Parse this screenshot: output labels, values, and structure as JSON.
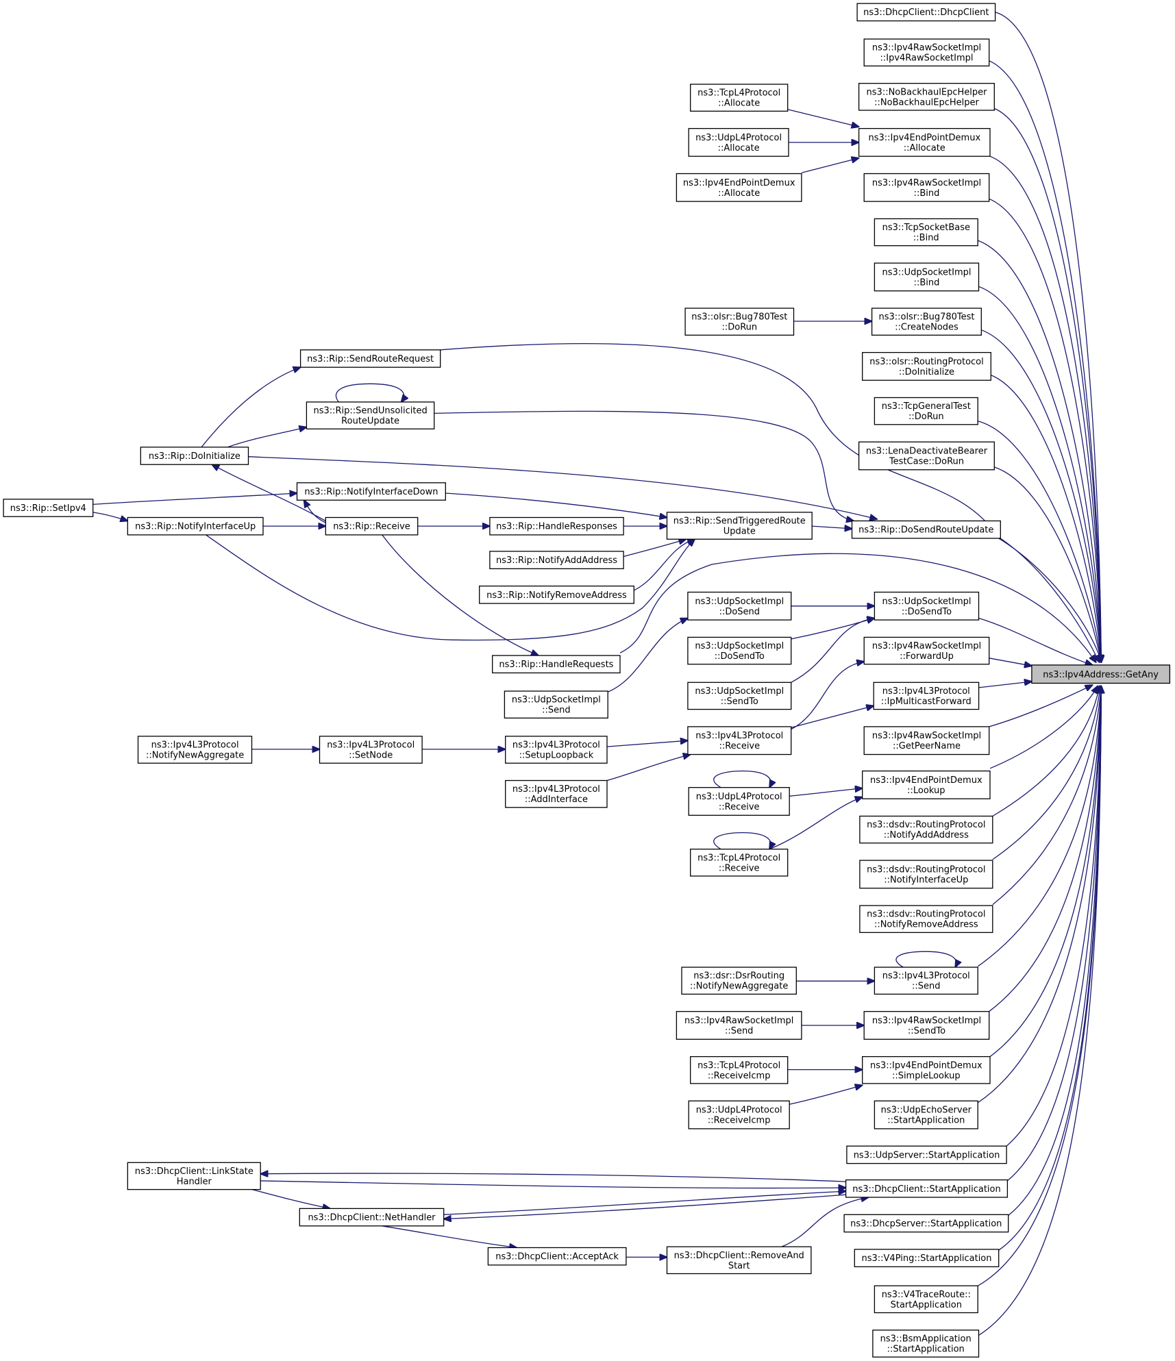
{
  "diagram": {
    "type": "call-graph",
    "colors": {
      "edge": "#191970",
      "node_border": "#000000",
      "node_fill": "#ffffff",
      "focus_fill": "#bfbfbf"
    },
    "nodes": [
      {
        "id": "getany",
        "lines": [
          "ns3::Ipv4Address::GetAny"
        ],
        "focus": true
      },
      {
        "id": "dhcpclient_ctor",
        "lines": [
          "ns3::DhcpClient::DhcpClient"
        ]
      },
      {
        "id": "ipv4raw_ctor",
        "lines": [
          "ns3::Ipv4RawSocketImpl",
          "::Ipv4RawSocketImpl"
        ]
      },
      {
        "id": "nobackhaul_ctor",
        "lines": [
          "ns3::NoBackhaulEpcHelper",
          "::NoBackhaulEpcHelper"
        ]
      },
      {
        "id": "demux_allocate",
        "lines": [
          "ns3::Ipv4EndPointDemux",
          "::Allocate"
        ]
      },
      {
        "id": "raw_bind",
        "lines": [
          "ns3::Ipv4RawSocketImpl",
          "::Bind"
        ]
      },
      {
        "id": "tcpsb_bind",
        "lines": [
          "ns3::TcpSocketBase",
          "::Bind"
        ]
      },
      {
        "id": "udpsi_bind",
        "lines": [
          "ns3::UdpSocketImpl",
          "::Bind"
        ]
      },
      {
        "id": "bug780_create",
        "lines": [
          "ns3::olsr::Bug780Test",
          "::CreateNodes"
        ]
      },
      {
        "id": "olsr_doinit",
        "lines": [
          "ns3::olsr::RoutingProtocol",
          "::DoInitialize"
        ]
      },
      {
        "id": "tcpgen_dorun",
        "lines": [
          "ns3::TcpGeneralTest",
          "::DoRun"
        ]
      },
      {
        "id": "lena_dorun",
        "lines": [
          "ns3::LenaDeactivateBearer",
          "TestCase::DoRun"
        ]
      },
      {
        "id": "rip_dosend",
        "lines": [
          "ns3::Rip::DoSendRouteUpdate"
        ]
      },
      {
        "id": "udpsi_dosendto",
        "lines": [
          "ns3::UdpSocketImpl",
          "::DoSendTo"
        ]
      },
      {
        "id": "raw_forwardup",
        "lines": [
          "ns3::Ipv4RawSocketImpl",
          "::ForwardUp"
        ]
      },
      {
        "id": "l3_ipmcast",
        "lines": [
          "ns3::Ipv4L3Protocol",
          "::IpMulticastForward"
        ]
      },
      {
        "id": "raw_getpeer",
        "lines": [
          "ns3::Ipv4RawSocketImpl",
          "::GetPeerName"
        ]
      },
      {
        "id": "demux_lookup",
        "lines": [
          "ns3::Ipv4EndPointDemux",
          "::Lookup"
        ]
      },
      {
        "id": "dsdv_addaddr",
        "lines": [
          "ns3::dsdv::RoutingProtocol",
          "::NotifyAddAddress"
        ]
      },
      {
        "id": "dsdv_ifup",
        "lines": [
          "ns3::dsdv::RoutingProtocol",
          "::NotifyInterfaceUp"
        ]
      },
      {
        "id": "dsdv_rmaddr",
        "lines": [
          "ns3::dsdv::RoutingProtocol",
          "::NotifyRemoveAddress"
        ]
      },
      {
        "id": "l3_send",
        "lines": [
          "ns3::Ipv4L3Protocol",
          "::Send"
        ]
      },
      {
        "id": "raw_sendto",
        "lines": [
          "ns3::Ipv4RawSocketImpl",
          "::SendTo"
        ]
      },
      {
        "id": "demux_simple",
        "lines": [
          "ns3::Ipv4EndPointDemux",
          "::SimpleLookup"
        ]
      },
      {
        "id": "udpecho_start",
        "lines": [
          "ns3::UdpEchoServer",
          "::StartApplication"
        ]
      },
      {
        "id": "udpserver_start",
        "lines": [
          "ns3::UdpServer::StartApplication"
        ]
      },
      {
        "id": "dhcpclient_start",
        "lines": [
          "ns3::DhcpClient::StartApplication"
        ]
      },
      {
        "id": "dhcpserver_start",
        "lines": [
          "ns3::DhcpServer::StartApplication"
        ]
      },
      {
        "id": "v4ping_start",
        "lines": [
          "ns3::V4Ping::StartApplication"
        ]
      },
      {
        "id": "v4trace_start",
        "lines": [
          "ns3::V4TraceRoute::",
          "StartApplication"
        ]
      },
      {
        "id": "bsm_start",
        "lines": [
          "ns3::BsmApplication",
          "::StartApplication"
        ]
      },
      {
        "id": "tcpl4_allocate",
        "lines": [
          "ns3::TcpL4Protocol",
          "::Allocate"
        ]
      },
      {
        "id": "udpl4_allocate",
        "lines": [
          "ns3::UdpL4Protocol",
          "::Allocate"
        ]
      },
      {
        "id": "demux_allocate2",
        "lines": [
          "ns3::Ipv4EndPointDemux",
          "::Allocate"
        ]
      },
      {
        "id": "bug780_dorun",
        "lines": [
          "ns3::olsr::Bug780Test",
          "::DoRun"
        ]
      },
      {
        "id": "rip_sendrr",
        "lines": [
          "ns3::Rip::SendRouteRequest"
        ]
      },
      {
        "id": "rip_sendunsol",
        "lines": [
          "ns3::Rip::SendUnsolicited",
          "RouteUpdate"
        ]
      },
      {
        "id": "rip_doinit",
        "lines": [
          "ns3::Rip::DoInitialize"
        ]
      },
      {
        "id": "rip_setipv4",
        "lines": [
          "ns3::Rip::SetIpv4"
        ]
      },
      {
        "id": "rip_ifdown",
        "lines": [
          "ns3::Rip::NotifyInterfaceDown"
        ]
      },
      {
        "id": "rip_ifup",
        "lines": [
          "ns3::Rip::NotifyInterfaceUp"
        ]
      },
      {
        "id": "rip_receive",
        "lines": [
          "ns3::Rip::Receive"
        ]
      },
      {
        "id": "rip_handleresp",
        "lines": [
          "ns3::Rip::HandleResponses"
        ]
      },
      {
        "id": "rip_sendtrig",
        "lines": [
          "ns3::Rip::SendTriggeredRoute",
          "Update"
        ]
      },
      {
        "id": "rip_addaddr",
        "lines": [
          "ns3::Rip::NotifyAddAddress"
        ]
      },
      {
        "id": "rip_rmaddr",
        "lines": [
          "ns3::Rip::NotifyRemoveAddress"
        ]
      },
      {
        "id": "rip_handlereq",
        "lines": [
          "ns3::Rip::HandleRequests"
        ]
      },
      {
        "id": "udpsi_dosend",
        "lines": [
          "ns3::UdpSocketImpl",
          "::DoSend"
        ]
      },
      {
        "id": "udpsi_dosendto2",
        "lines": [
          "ns3::UdpSocketImpl",
          "::DoSendTo"
        ]
      },
      {
        "id": "udpsi_sendto",
        "lines": [
          "ns3::UdpSocketImpl",
          "::SendTo"
        ]
      },
      {
        "id": "udpsi_send",
        "lines": [
          "ns3::UdpSocketImpl",
          "::Send"
        ]
      },
      {
        "id": "l3_receive",
        "lines": [
          "ns3::Ipv4L3Protocol",
          "::Receive"
        ]
      },
      {
        "id": "l3_newagg",
        "lines": [
          "ns3::Ipv4L3Protocol",
          "::NotifyNewAggregate"
        ]
      },
      {
        "id": "l3_setnode",
        "lines": [
          "ns3::Ipv4L3Protocol",
          "::SetNode"
        ]
      },
      {
        "id": "l3_setuplb",
        "lines": [
          "ns3::Ipv4L3Protocol",
          "::SetupLoopback"
        ]
      },
      {
        "id": "l3_addif",
        "lines": [
          "ns3::Ipv4L3Protocol",
          "::AddInterface"
        ]
      },
      {
        "id": "udpl4_receive",
        "lines": [
          "ns3::UdpL4Protocol",
          "::Receive"
        ]
      },
      {
        "id": "tcpl4_receive",
        "lines": [
          "ns3::TcpL4Protocol",
          "::Receive"
        ]
      },
      {
        "id": "dsr_newagg",
        "lines": [
          "ns3::dsr::DsrRouting",
          "::NotifyNewAggregate"
        ]
      },
      {
        "id": "raw_send",
        "lines": [
          "ns3::Ipv4RawSocketImpl",
          "::Send"
        ]
      },
      {
        "id": "tcpl4_rxicmp",
        "lines": [
          "ns3::TcpL4Protocol",
          "::ReceiveIcmp"
        ]
      },
      {
        "id": "udpl4_rxicmp",
        "lines": [
          "ns3::UdpL4Protocol",
          "::ReceiveIcmp"
        ]
      },
      {
        "id": "dhcp_linkstate",
        "lines": [
          "ns3::DhcpClient::LinkState",
          "Handler"
        ]
      },
      {
        "id": "dhcp_nethandler",
        "lines": [
          "ns3::DhcpClient::NetHandler"
        ]
      },
      {
        "id": "dhcp_acceptack",
        "lines": [
          "ns3::DhcpClient::AcceptAck"
        ]
      },
      {
        "id": "dhcp_removestart",
        "lines": [
          "ns3::DhcpClient::RemoveAnd",
          "Start"
        ]
      }
    ],
    "edges": [
      {
        "from": "dhcpclient_ctor",
        "to": "getany"
      },
      {
        "from": "ipv4raw_ctor",
        "to": "getany"
      },
      {
        "from": "nobackhaul_ctor",
        "to": "getany"
      },
      {
        "from": "demux_allocate",
        "to": "getany"
      },
      {
        "from": "raw_bind",
        "to": "getany"
      },
      {
        "from": "tcpsb_bind",
        "to": "getany"
      },
      {
        "from": "udpsi_bind",
        "to": "getany"
      },
      {
        "from": "bug780_create",
        "to": "getany"
      },
      {
        "from": "olsr_doinit",
        "to": "getany"
      },
      {
        "from": "tcpgen_dorun",
        "to": "getany"
      },
      {
        "from": "lena_dorun",
        "to": "getany"
      },
      {
        "from": "rip_sendrr",
        "to": "getany"
      },
      {
        "from": "rip_dosend",
        "to": "getany"
      },
      {
        "from": "rip_handlereq",
        "to": "getany"
      },
      {
        "from": "udpsi_dosendto",
        "to": "getany"
      },
      {
        "from": "raw_forwardup",
        "to": "getany"
      },
      {
        "from": "l3_ipmcast",
        "to": "getany"
      },
      {
        "from": "raw_getpeer",
        "to": "getany"
      },
      {
        "from": "demux_lookup",
        "to": "getany"
      },
      {
        "from": "dsdv_addaddr",
        "to": "getany"
      },
      {
        "from": "dsdv_ifup",
        "to": "getany"
      },
      {
        "from": "dsdv_rmaddr",
        "to": "getany"
      },
      {
        "from": "l3_send",
        "to": "getany"
      },
      {
        "from": "raw_sendto",
        "to": "getany"
      },
      {
        "from": "demux_simple",
        "to": "getany"
      },
      {
        "from": "udpecho_start",
        "to": "getany"
      },
      {
        "from": "udpserver_start",
        "to": "getany"
      },
      {
        "from": "dhcpclient_start",
        "to": "getany"
      },
      {
        "from": "dhcpserver_start",
        "to": "getany"
      },
      {
        "from": "v4ping_start",
        "to": "getany"
      },
      {
        "from": "v4trace_start",
        "to": "getany"
      },
      {
        "from": "bsm_start",
        "to": "getany"
      },
      {
        "from": "tcpl4_allocate",
        "to": "demux_allocate"
      },
      {
        "from": "udpl4_allocate",
        "to": "demux_allocate"
      },
      {
        "from": "demux_allocate2",
        "to": "demux_allocate"
      },
      {
        "from": "bug780_dorun",
        "to": "bug780_create"
      },
      {
        "from": "rip_sendunsol",
        "to": "rip_dosend"
      },
      {
        "from": "rip_doinit",
        "to": "rip_dosend"
      },
      {
        "from": "rip_sendtrig",
        "to": "rip_dosend"
      },
      {
        "from": "rip_doinit",
        "to": "rip_sendrr"
      },
      {
        "from": "rip_doinit",
        "to": "rip_sendunsol"
      },
      {
        "from": "rip_sendunsol",
        "to": "rip_sendunsol"
      },
      {
        "from": "rip_receive",
        "to": "rip_doinit"
      },
      {
        "from": "rip_setipv4",
        "to": "rip_ifdown"
      },
      {
        "from": "rip_setipv4",
        "to": "rip_ifup"
      },
      {
        "from": "rip_ifup",
        "to": "rip_receive"
      },
      {
        "from": "rip_receive",
        "to": "rip_ifdown"
      },
      {
        "from": "rip_ifdown",
        "to": "rip_sendtrig"
      },
      {
        "from": "rip_ifup",
        "to": "rip_sendtrig"
      },
      {
        "from": "rip_receive",
        "to": "rip_handleresp"
      },
      {
        "from": "rip_handleresp",
        "to": "rip_sendtrig"
      },
      {
        "from": "rip_addaddr",
        "to": "rip_sendtrig"
      },
      {
        "from": "rip_rmaddr",
        "to": "rip_sendtrig"
      },
      {
        "from": "rip_receive",
        "to": "rip_handlereq"
      },
      {
        "from": "udpsi_dosend",
        "to": "udpsi_dosendto"
      },
      {
        "from": "udpsi_dosendto2",
        "to": "udpsi_dosendto"
      },
      {
        "from": "udpsi_sendto",
        "to": "udpsi_dosendto"
      },
      {
        "from": "udpsi_send",
        "to": "udpsi_dosend"
      },
      {
        "from": "l3_receive",
        "to": "raw_forwardup"
      },
      {
        "from": "l3_receive",
        "to": "l3_ipmcast"
      },
      {
        "from": "l3_setuplb",
        "to": "l3_receive"
      },
      {
        "from": "l3_addif",
        "to": "l3_receive"
      },
      {
        "from": "l3_setnode",
        "to": "l3_setuplb"
      },
      {
        "from": "l3_newagg",
        "to": "l3_setnode"
      },
      {
        "from": "udpl4_receive",
        "to": "demux_lookup"
      },
      {
        "from": "tcpl4_receive",
        "to": "demux_lookup"
      },
      {
        "from": "udpl4_receive",
        "to": "udpl4_receive"
      },
      {
        "from": "tcpl4_receive",
        "to": "tcpl4_receive"
      },
      {
        "from": "dsr_newagg",
        "to": "l3_send"
      },
      {
        "from": "l3_send",
        "to": "l3_send"
      },
      {
        "from": "raw_send",
        "to": "raw_sendto"
      },
      {
        "from": "tcpl4_rxicmp",
        "to": "demux_simple"
      },
      {
        "from": "udpl4_rxicmp",
        "to": "demux_simple"
      },
      {
        "from": "dhcp_linkstate",
        "to": "dhcpclient_start"
      },
      {
        "from": "dhcpclient_start",
        "to": "dhcp_linkstate"
      },
      {
        "from": "dhcp_nethandler",
        "to": "dhcpclient_start"
      },
      {
        "from": "dhcpclient_start",
        "to": "dhcp_nethandler"
      },
      {
        "from": "dhcp_linkstate",
        "to": "dhcp_nethandler"
      },
      {
        "from": "dhcp_nethandler",
        "to": "dhcp_acceptack"
      },
      {
        "from": "dhcp_acceptack",
        "to": "dhcp_removestart"
      },
      {
        "from": "dhcp_removestart",
        "to": "dhcpclient_start"
      }
    ]
  }
}
